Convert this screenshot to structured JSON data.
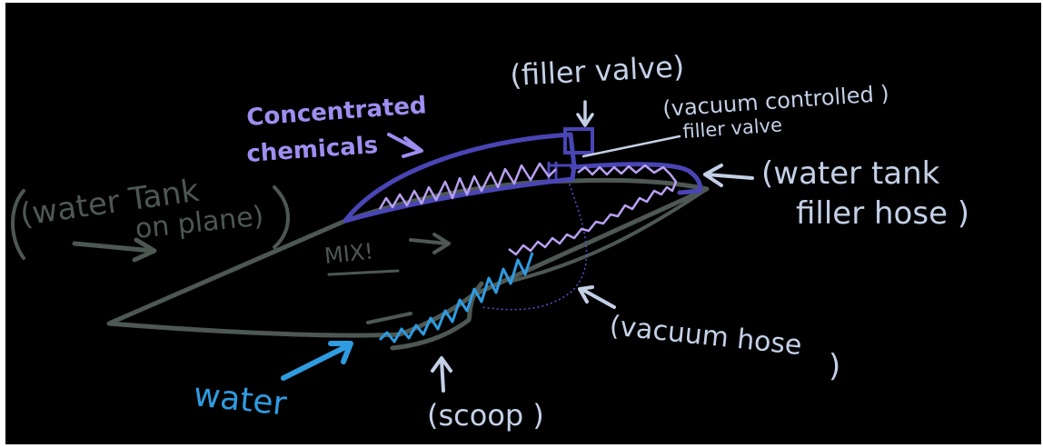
{
  "labels": {
    "water_tank_on_plane": [
      "(water Tank",
      "on plane)"
    ],
    "mix": "MIX!",
    "concentrated_chemicals": [
      "Concentrated",
      "chemicals"
    ],
    "filler_valve": "(filler valve)",
    "vacuum_controlled_filler_valve": [
      "(vacuum controlled )",
      "filler valve"
    ],
    "water_tank_filler_hose": [
      "(water tank",
      "filler hose )"
    ],
    "vacuum_hose": [
      "(vacuum hose",
      ")"
    ],
    "water": "water",
    "scoop": "(scoop )"
  },
  "colors": {
    "background": "#000000",
    "frame": "#ffffff",
    "tank_outline": "#4d5853",
    "chemical_tank": "#4945b5",
    "chemical_squiggle": "#b9a0f2",
    "water_squiggle": "#2f9be0",
    "annotations_light": "#c3d0e6",
    "annotation_purple": "#9e8ef0",
    "annotation_blue": "#2f9be0",
    "vacuum_dotted": "#5a50d0"
  }
}
